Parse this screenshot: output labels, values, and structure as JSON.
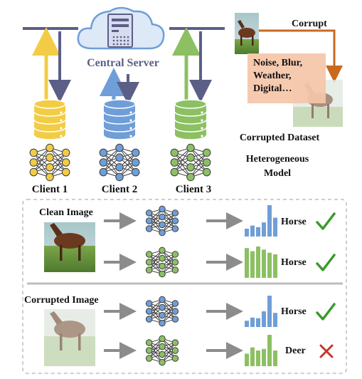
{
  "server": {
    "label": "Central  Server"
  },
  "clients": [
    {
      "label": "Client 1",
      "color": "#f2cc45"
    },
    {
      "label": "Client 2",
      "color": "#6f9ed8"
    },
    {
      "label": "Client 3",
      "color": "#8cc063"
    }
  ],
  "corruption": {
    "arrow_label": "Corrupt",
    "types_label": "Noise, Blur, Weather, Digital…",
    "dataset_label": "Corrupted Dataset",
    "box_color": "#f5c5a8",
    "arrow_color": "#c9691f"
  },
  "model_label": "Heterogeneous Model",
  "comparison": {
    "clean_label": "Clean Image",
    "corrupted_label": "Corrupted Image",
    "rows": [
      {
        "prediction": "Horse",
        "correct": true,
        "model": "blue",
        "bars": [
          0.25,
          0.35,
          0.3,
          0.45,
          1.0,
          0.6
        ]
      },
      {
        "prediction": "Horse",
        "correct": true,
        "model": "green",
        "bars": [
          0.95,
          0.85,
          1.0,
          0.9,
          0.8,
          0.75
        ]
      },
      {
        "prediction": "Horse",
        "correct": true,
        "model": "blue",
        "bars": [
          0.2,
          0.3,
          0.28,
          0.5,
          1.0,
          0.45
        ]
      },
      {
        "prediction": "Deer",
        "correct": false,
        "model": "green",
        "bars": [
          0.4,
          0.6,
          0.5,
          0.55,
          1.0,
          0.5
        ]
      }
    ]
  },
  "colors": {
    "blue": "#6f9ed8",
    "green": "#8cc063",
    "yellow": "#f2cc45",
    "check": "#3a9a2c",
    "cross": "#c0392b"
  }
}
